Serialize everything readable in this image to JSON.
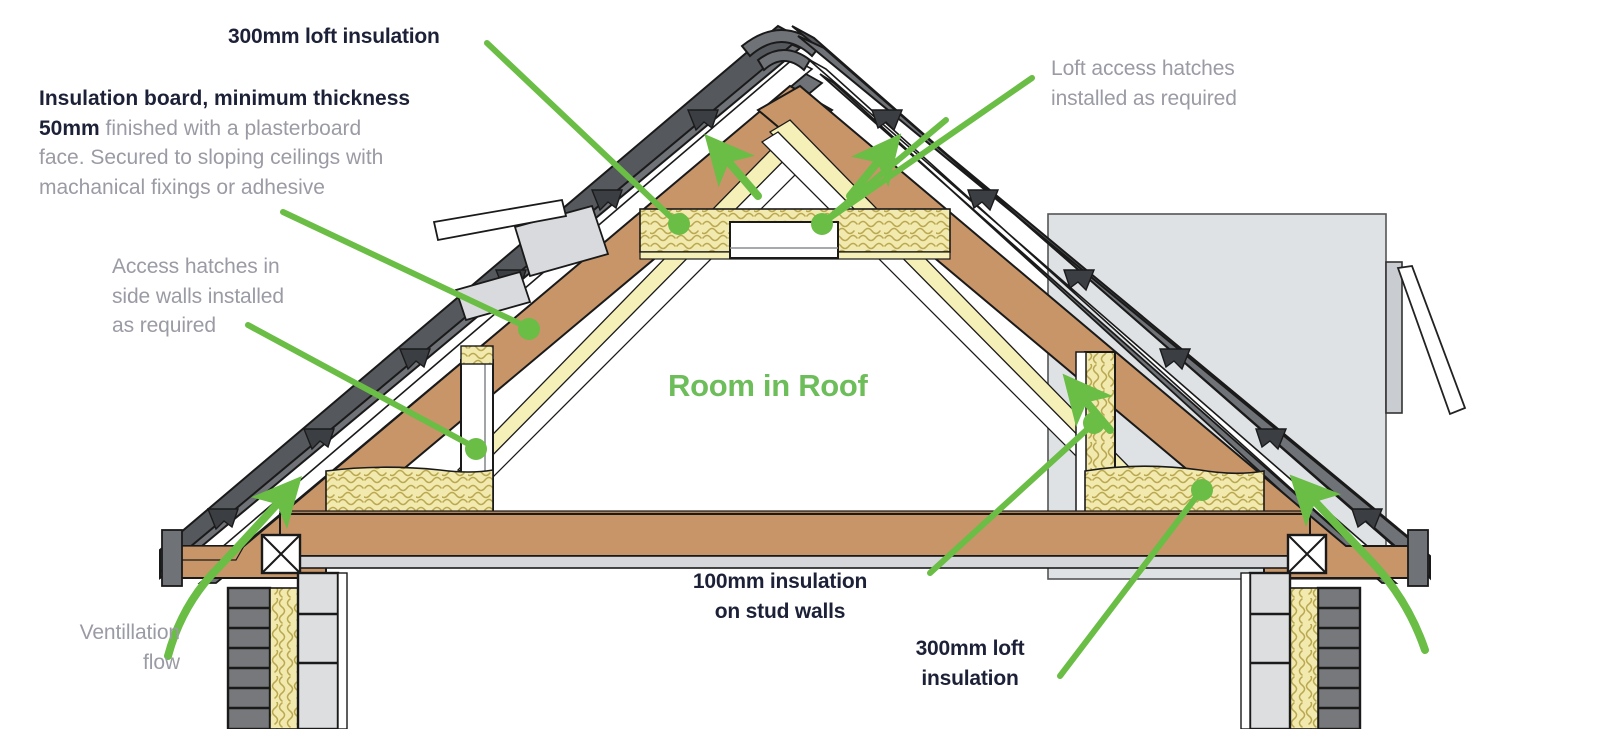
{
  "diagram": {
    "title": "Room in Roof insulation cross-section",
    "room_label": "Room in Roof",
    "colors": {
      "accent_green": "#6dbd5a",
      "arrow_green": "#6abd45",
      "label_dark": "#1c2138",
      "label_grey": "#9a9ba4",
      "timber": "#c89568",
      "timber_dark": "#b5804f",
      "insulation": "#f2e9af",
      "insulation_line": "#b9a84f",
      "tile_grey": "#6f7276",
      "tile_dark": "#4a4d51",
      "block_light": "#dcdee0",
      "brick_dark": "#76787b",
      "gable_panel": "#dfe2e5",
      "plasterboard": "#ffffff",
      "outline": "#1a1a1a"
    }
  },
  "labels": {
    "loft_insulation_top": {
      "text": "300mm loft insulation",
      "style": "bold"
    },
    "insulation_board": {
      "bold_part": "Insulation board, minimum thickness 50mm",
      "rest_part": " finished with a plasterboard face. Secured to sloping ceilings with machanical fixings or adhesive",
      "line1_bold": "Insulation board, minimum thickness",
      "line2_bold": "50mm",
      "line2_rest": " finished with a plasterboard",
      "line3": "face. Secured to sloping ceilings with",
      "line4": "machanical fixings or adhesive"
    },
    "access_hatches_side": {
      "line1": "Access hatches in",
      "line2": "side walls installed",
      "line3": "as required"
    },
    "loft_access_hatches": {
      "line1": "Loft access hatches",
      "line2": "installed as required"
    },
    "ventilation_flow": {
      "line1": "Ventillation",
      "line2": "flow"
    },
    "stud_wall_insulation": {
      "line1": "100mm insulation",
      "line2": "on stud walls"
    },
    "loft_insulation_bottom": {
      "line1": "300mm loft",
      "line2": "insulation"
    }
  }
}
